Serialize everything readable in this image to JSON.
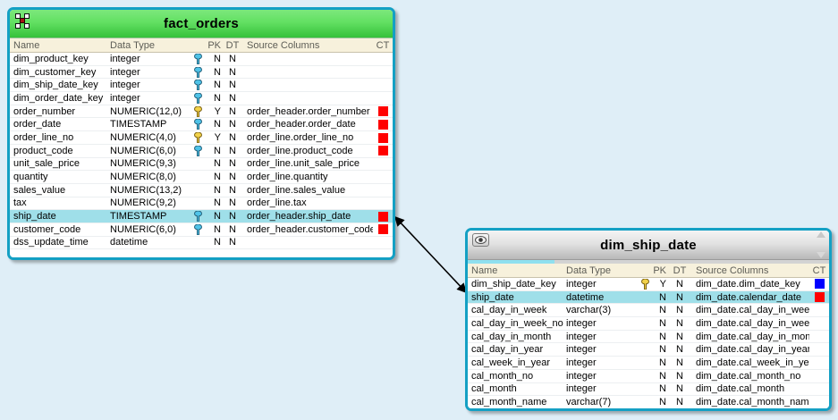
{
  "canvas": {
    "background": "#dfeef7"
  },
  "connector": {
    "name": "relationship-connector",
    "color": "#000000"
  },
  "columns": {
    "name": "Name",
    "data_type": "Data Type",
    "pk": "PK",
    "dt": "DT",
    "source_columns": "Source Columns",
    "ct": "CT"
  },
  "entities": [
    {
      "id": "fact_orders",
      "title": "fact_orders",
      "icon": "star-schema-icon",
      "title_color": "#45d246",
      "border_color": "#14a0c4",
      "rows": [
        {
          "name": "dim_product_key",
          "type": "integer",
          "key": "blue",
          "pk": "N",
          "dt": "N",
          "src": "",
          "ct": ""
        },
        {
          "name": "dim_customer_key",
          "type": "integer",
          "key": "blue",
          "pk": "N",
          "dt": "N",
          "src": "",
          "ct": ""
        },
        {
          "name": "dim_ship_date_key",
          "type": "integer",
          "key": "blue",
          "pk": "N",
          "dt": "N",
          "src": "",
          "ct": ""
        },
        {
          "name": "dim_order_date_key",
          "type": "integer",
          "key": "blue",
          "pk": "N",
          "dt": "N",
          "src": "",
          "ct": ""
        },
        {
          "name": "order_number",
          "type": "NUMERIC(12,0)",
          "key": "gold",
          "pk": "Y",
          "dt": "N",
          "src": "order_header.order_number",
          "ct": "red"
        },
        {
          "name": "order_date",
          "type": "TIMESTAMP",
          "key": "blue",
          "pk": "N",
          "dt": "N",
          "src": "order_header.order_date",
          "ct": "red"
        },
        {
          "name": "order_line_no",
          "type": "NUMERIC(4,0)",
          "key": "gold",
          "pk": "Y",
          "dt": "N",
          "src": "order_line.order_line_no",
          "ct": "red"
        },
        {
          "name": "product_code",
          "type": "NUMERIC(6,0)",
          "key": "blue",
          "pk": "N",
          "dt": "N",
          "src": "order_line.product_code",
          "ct": "red"
        },
        {
          "name": "unit_sale_price",
          "type": "NUMERIC(9,3)",
          "key": "",
          "pk": "N",
          "dt": "N",
          "src": "order_line.unit_sale_price",
          "ct": ""
        },
        {
          "name": "quantity",
          "type": "NUMERIC(8,0)",
          "key": "",
          "pk": "N",
          "dt": "N",
          "src": "order_line.quantity",
          "ct": ""
        },
        {
          "name": "sales_value",
          "type": "NUMERIC(13,2)",
          "key": "",
          "pk": "N",
          "dt": "N",
          "src": "order_line.sales_value",
          "ct": ""
        },
        {
          "name": "tax",
          "type": "NUMERIC(9,2)",
          "key": "",
          "pk": "N",
          "dt": "N",
          "src": "order_line.tax",
          "ct": ""
        },
        {
          "name": "ship_date",
          "type": "TIMESTAMP",
          "key": "blue",
          "pk": "N",
          "dt": "N",
          "src": "order_header.ship_date",
          "ct": "red",
          "selected": true
        },
        {
          "name": "customer_code",
          "type": "NUMERIC(6,0)",
          "key": "blue",
          "pk": "N",
          "dt": "N",
          "src": "order_header.customer_code",
          "ct": "red"
        },
        {
          "name": "dss_update_time",
          "type": "datetime",
          "key": "",
          "pk": "N",
          "dt": "N",
          "src": "",
          "ct": ""
        }
      ]
    },
    {
      "id": "dim_ship_date",
      "title": "dim_ship_date",
      "icon": "eye-icon",
      "title_color": "#d6d6d6",
      "border_color": "#14a0c4",
      "scroll_up": "scroll-up-arrow",
      "scroll_down": "scroll-down-arrow",
      "rows": [
        {
          "name": "dim_ship_date_key",
          "type": "integer",
          "key": "gold",
          "pk": "Y",
          "dt": "N",
          "src": "dim_date.dim_date_key",
          "ct": "blue"
        },
        {
          "name": "ship_date",
          "type": "datetime",
          "key": "",
          "pk": "N",
          "dt": "N",
          "src": "dim_date.calendar_date",
          "ct": "red",
          "selected": true
        },
        {
          "name": "cal_day_in_week",
          "type": "varchar(3)",
          "key": "",
          "pk": "N",
          "dt": "N",
          "src": "dim_date.cal_day_in_week",
          "ct": ""
        },
        {
          "name": "cal_day_in_week_no",
          "type": "integer",
          "key": "",
          "pk": "N",
          "dt": "N",
          "src": "dim_date.cal_day_in_week_no",
          "ct": ""
        },
        {
          "name": "cal_day_in_month",
          "type": "integer",
          "key": "",
          "pk": "N",
          "dt": "N",
          "src": "dim_date.cal_day_in_month",
          "ct": ""
        },
        {
          "name": "cal_day_in_year",
          "type": "integer",
          "key": "",
          "pk": "N",
          "dt": "N",
          "src": "dim_date.cal_day_in_year",
          "ct": ""
        },
        {
          "name": "cal_week_in_year",
          "type": "integer",
          "key": "",
          "pk": "N",
          "dt": "N",
          "src": "dim_date.cal_week_in_year",
          "ct": ""
        },
        {
          "name": "cal_month_no",
          "type": "integer",
          "key": "",
          "pk": "N",
          "dt": "N",
          "src": "dim_date.cal_month_no",
          "ct": ""
        },
        {
          "name": "cal_month",
          "type": "integer",
          "key": "",
          "pk": "N",
          "dt": "N",
          "src": "dim_date.cal_month",
          "ct": ""
        },
        {
          "name": "cal_month_name",
          "type": "varchar(7)",
          "key": "",
          "pk": "N",
          "dt": "N",
          "src": "dim_date.cal_month_name",
          "ct": ""
        }
      ]
    }
  ]
}
